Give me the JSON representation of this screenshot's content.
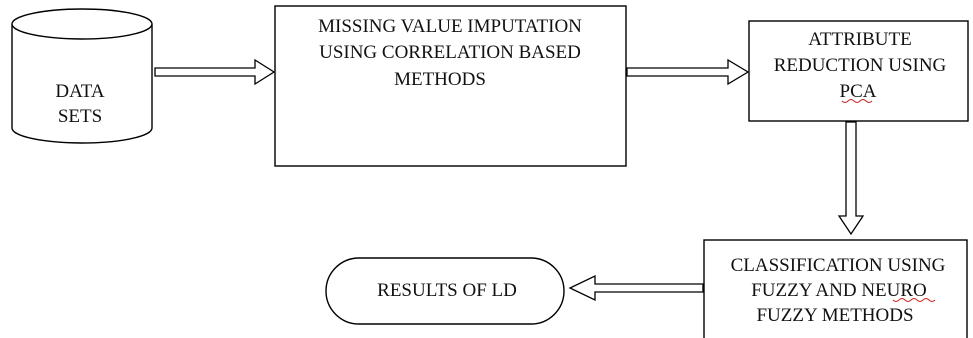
{
  "diagram": {
    "data_sets": {
      "line1": "DATA",
      "line2": "SETS"
    },
    "imputation": {
      "line1": "MISSING VALUE IMPUTATION",
      "line2": "USING CORRELATION BASED",
      "line3": "METHODS"
    },
    "reduction": {
      "line1": "ATTRIBUTE",
      "line2": "REDUCTION USING",
      "line3": "PCA"
    },
    "classification": {
      "line1": "CLASSIFICATION USING",
      "line2": "FUZZY AND NEURO",
      "line3": "FUZZY METHODS"
    },
    "results": {
      "label": "RESULTS OF LD"
    }
  }
}
